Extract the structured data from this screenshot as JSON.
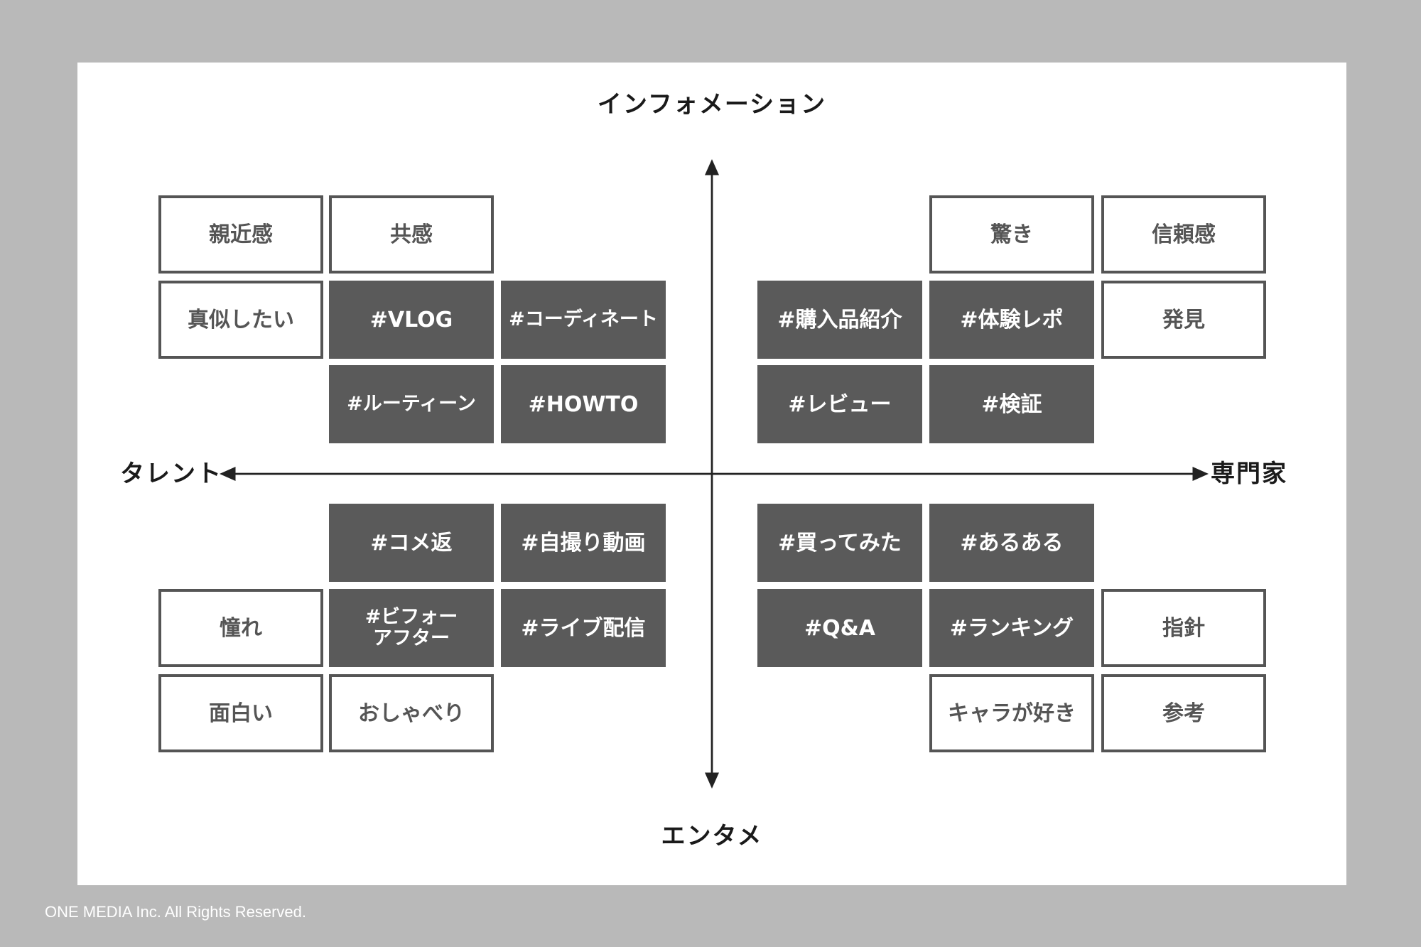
{
  "axes": {
    "top": "インフォメーション",
    "bottom": "エンタメ",
    "left": "タレント",
    "right": "専門家"
  },
  "boxes": [
    {
      "text": "親近感",
      "style": "outline",
      "col": 0,
      "row": 0
    },
    {
      "text": "共感",
      "style": "outline",
      "col": 1,
      "row": 0
    },
    {
      "text": "真似したい",
      "style": "outline",
      "col": 0,
      "row": 1
    },
    {
      "text": "#VLOG",
      "style": "filled",
      "col": 1,
      "row": 1
    },
    {
      "text": "#コーディネート",
      "style": "filled",
      "col": 2,
      "row": 1
    },
    {
      "text": "#ルーティーン",
      "style": "filled",
      "col": 1,
      "row": 2
    },
    {
      "text": "#HOWTO",
      "style": "filled",
      "col": 2,
      "row": 2
    },
    {
      "text": "驚き",
      "style": "outline",
      "col": 4,
      "row": 0
    },
    {
      "text": "信頼感",
      "style": "outline",
      "col": 5,
      "row": 0
    },
    {
      "text": "#購入品紹介",
      "style": "filled",
      "col": 3,
      "row": 1
    },
    {
      "text": "#体験レポ",
      "style": "filled",
      "col": 4,
      "row": 1
    },
    {
      "text": "発見",
      "style": "outline",
      "col": 5,
      "row": 1
    },
    {
      "text": "#レビュー",
      "style": "filled",
      "col": 3,
      "row": 2
    },
    {
      "text": "#検証",
      "style": "filled",
      "col": 4,
      "row": 2
    },
    {
      "text": "#コメ返",
      "style": "filled",
      "col": 1,
      "row": 3
    },
    {
      "text": "#自撮り動画",
      "style": "filled",
      "col": 2,
      "row": 3
    },
    {
      "text": "憧れ",
      "style": "outline",
      "col": 0,
      "row": 4
    },
    {
      "text": "#ビフォー\nアフター",
      "style": "filled",
      "col": 1,
      "row": 4
    },
    {
      "text": "#ライブ配信",
      "style": "filled",
      "col": 2,
      "row": 4
    },
    {
      "text": "面白い",
      "style": "outline",
      "col": 0,
      "row": 5
    },
    {
      "text": "おしゃべり",
      "style": "outline",
      "col": 1,
      "row": 5
    },
    {
      "text": "#買ってみた",
      "style": "filled",
      "col": 3,
      "row": 3
    },
    {
      "text": "#あるある",
      "style": "filled",
      "col": 4,
      "row": 3
    },
    {
      "text": "#Q&A",
      "style": "filled",
      "col": 3,
      "row": 4
    },
    {
      "text": "#ランキング",
      "style": "filled",
      "col": 4,
      "row": 4
    },
    {
      "text": "指針",
      "style": "outline",
      "col": 5,
      "row": 4
    },
    {
      "text": "キャラが好き",
      "style": "outline",
      "col": 4,
      "row": 5
    },
    {
      "text": "参考",
      "style": "outline",
      "col": 5,
      "row": 5
    }
  ],
  "footer": "ONE MEDIA Inc. All Rights Reserved."
}
